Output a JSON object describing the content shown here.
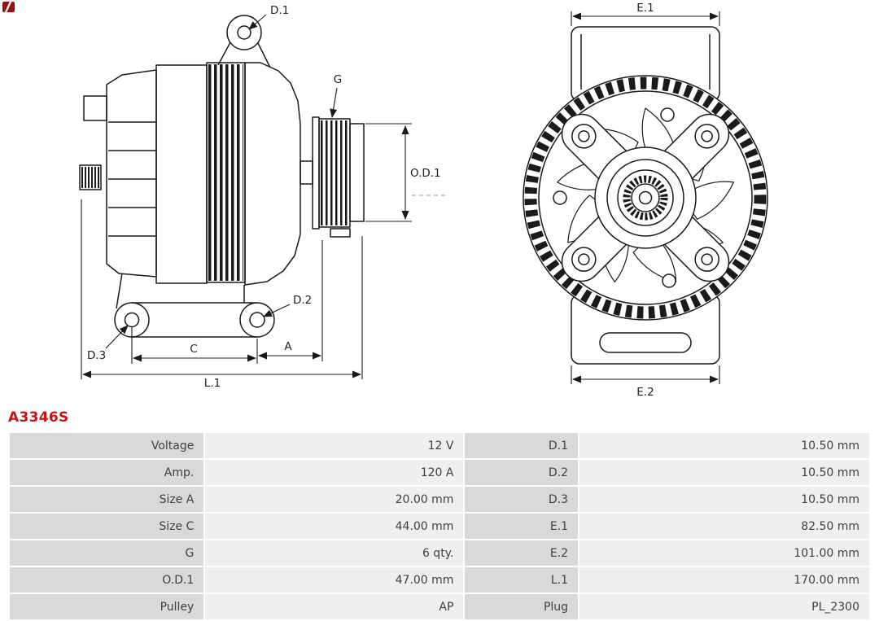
{
  "header": {
    "part_number": "A3346S"
  },
  "diagram": {
    "side_view_labels": {
      "d1": "D.1",
      "g": "G",
      "od1": "O.D.1",
      "d2": "D.2",
      "d3": "D.3",
      "c": "C",
      "a": "A",
      "l1": "L.1"
    },
    "front_view_labels": {
      "e1": "E.1",
      "e2": "E.2"
    }
  },
  "spec_table": {
    "rows": [
      {
        "label": "Voltage",
        "value": "12 V",
        "label2": "D.1",
        "value2": "10.50 mm"
      },
      {
        "label": "Amp.",
        "value": "120 A",
        "label2": "D.2",
        "value2": "10.50 mm"
      },
      {
        "label": "Size A",
        "value": "20.00 mm",
        "label2": "D.3",
        "value2": "10.50 mm"
      },
      {
        "label": "Size C",
        "value": "44.00 mm",
        "label2": "E.1",
        "value2": "82.50 mm"
      },
      {
        "label": "G",
        "value": "6 qty.",
        "label2": "E.2",
        "value2": "101.00 mm"
      },
      {
        "label": "O.D.1",
        "value": "47.00 mm",
        "label2": "L.1",
        "value2": "170.00 mm"
      },
      {
        "label": "Pulley",
        "value": "AP",
        "label2": "Plug",
        "value2": "PL_2300"
      }
    ]
  },
  "colors": {
    "part_number_red": "#cc1111",
    "table_label_bg": "#d9d9d9",
    "table_value_bg": "#efefef",
    "line_color": "#1a1a1a"
  }
}
